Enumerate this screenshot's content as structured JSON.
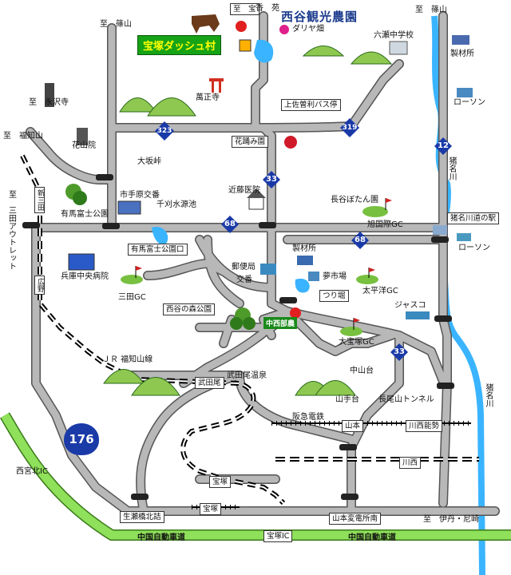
{
  "title": "西谷観光農園",
  "highlight": "宝塚ダッシュ村",
  "midori": "中西部農",
  "route_shields": [
    {
      "id": "323",
      "label": "323"
    },
    {
      "id": "319",
      "label": "319"
    },
    {
      "id": "12",
      "label": "12"
    },
    {
      "id": "33a",
      "label": "33"
    },
    {
      "id": "68a",
      "label": "68"
    },
    {
      "id": "68b",
      "label": "68"
    },
    {
      "id": "33b",
      "label": "33"
    },
    {
      "id": "176",
      "label": "176"
    }
  ],
  "labels": {
    "to_hoko": "至　宝",
    "to_hoko2": "香　苑",
    "to_sasayama1": "至　篠山",
    "to_sasayama2": "至　篠山",
    "to_eitakuji": "至　永沢寺",
    "to_fukuchiyama": "至　福知山",
    "sanda_outlet": "至　三田アウトレット",
    "gonoji": "萬正寺",
    "hanayama": "花山院",
    "osaka_toge": "大坂峠",
    "dalia": "ダリヤ畑",
    "rokken": "六瀬中学校",
    "seizai1": "製材所",
    "lawson1": "ローソン",
    "kamisaya": "上佐曽利バス停",
    "hanamidoko": "花踊み園",
    "kondo": "近藤医院",
    "ichigahara": "市手原交番",
    "senko": "千刈水源池",
    "arima_koen": "有馬富士公園",
    "arima_koen_guchi": "有馬富士公園口",
    "hyogo_hosp": "兵庫中央病院",
    "sanda_gc": "三田GC",
    "nagatani_gc": "長谷ぼたん園",
    "asahi_gc": "旭国際GC",
    "inagawa_michi": "猪名川道の駅",
    "lawson2": "ローソン",
    "seizai2": "製材所",
    "yubin": "郵便局",
    "koban": "交番",
    "yumeichi": "夢市場",
    "tsuriike": "つり堀",
    "taiheiyo": "太平洋GC",
    "jasco": "ジャスコ",
    "nishitani_park": "西谷の森公園",
    "daihozuka": "大宝塚GC",
    "nakayamadai": "中山台",
    "yamatedai": "山手台",
    "nagaosan": "長尾山トンネル",
    "jr_line": "ＪＲ 福知山線",
    "takedao": "武田尾",
    "takedao_onsen": "武田尾温泉",
    "hankyu": "阪急電鉄",
    "yamamoto": "山本",
    "kawanishi_noseguchi": "川西能勢",
    "kawanishi": "川西",
    "takarazuka1": "宝塚",
    "takarazuka2": "宝塚",
    "nishinomiya_kita": "西宮北IC",
    "namaze": "生瀬橋北詰",
    "yamamoto_hen": "山本変電所南",
    "itami": "至　伊丹・尼崎",
    "chugoku1": "中国自動車道",
    "chugoku2": "中国自動車道",
    "takarazuka_ic": "宝塚IC",
    "inagawa_river1": "猪名川",
    "inagawa_river2": "猪名川",
    "sasayama_line": "至　篠山",
    "daiyoh": "大宝塚GC",
    "shin_sanda": "新三田",
    "hirono": "広野",
    "to_ayabe": "至　篠山"
  },
  "colors": {
    "road": "#b0b0b0",
    "road_edge": "#555555",
    "green_expressway": "#8fe05a",
    "river": "#3ab4ff",
    "title": "#1a3a8c"
  }
}
